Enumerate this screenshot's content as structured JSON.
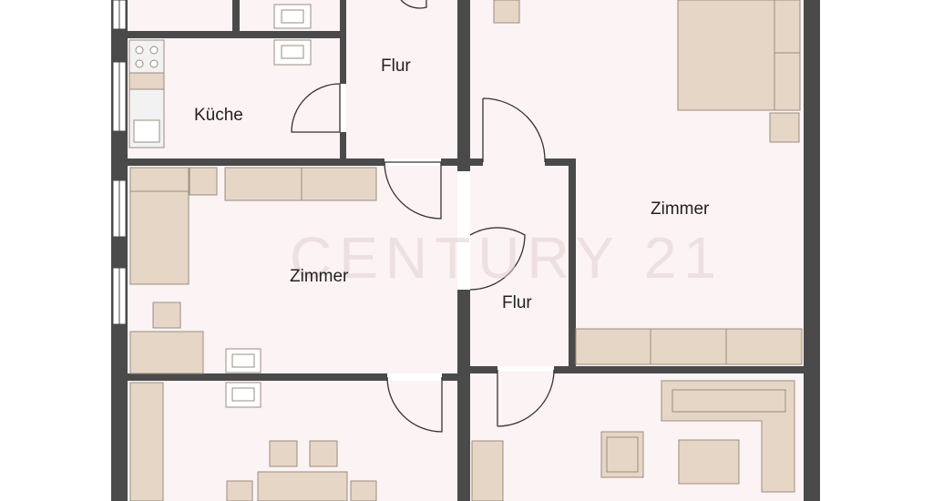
{
  "floorplan": {
    "rooms": {
      "flur_top": "Flur",
      "kueche": "Küche",
      "zimmer_right": "Zimmer",
      "zimmer_left": "Zimmer",
      "flur_mid": "Flur"
    },
    "watermark": "CENTURY 21"
  },
  "colors": {
    "wall": "#4a4a4a",
    "floor": "#fcf3f4",
    "furniture": "#e6d6c6",
    "furniture_stroke": "#9a8d80",
    "door_line": "#333333"
  }
}
